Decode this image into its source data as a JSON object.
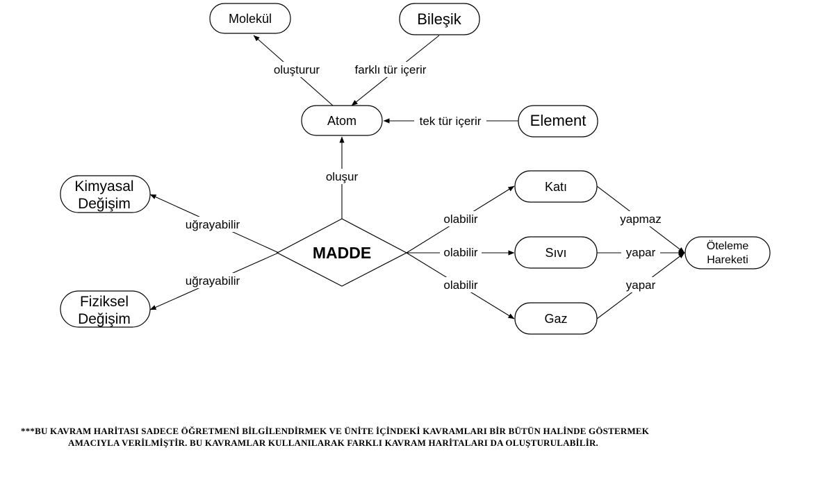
{
  "nodes": {
    "molekul": "Molekül",
    "bilesik": "Bileşik",
    "atom": "Atom",
    "element": "Element",
    "kimyasal_line1": "Kimyasal",
    "kimyasal_line2": "Değişim",
    "fiziksel_line1": "Fiziksel",
    "fiziksel_line2": "Değişim",
    "madde": "MADDE",
    "kati": "Katı",
    "sivi": "Sıvı",
    "gaz": "Gaz",
    "oteleme_line1": "Öteleme",
    "oteleme_line2": "Hareketi"
  },
  "edges": {
    "olusturur": "oluşturur",
    "farkli_tur_icerir": "farklı tür içerir",
    "tek_tur_icerir": "tek tür içerir",
    "olusur": "oluşur",
    "ugrayabilir_kimyasal": "uğrayabilir",
    "ugrayabilir_fiziksel": "uğrayabilir",
    "olabilir_kati": "olabilir",
    "olabilir_sivi": "olabilir",
    "olabilir_gaz": "olabilir",
    "yapmaz": "yapmaz",
    "yapar_sivi": "yapar",
    "yapar_gaz": "yapar"
  },
  "footnote": {
    "line1": "***BU KAVRAM HARİTASI SADECE ÖĞRETMENİ BİLGİLENDİRMEK VE ÜNİTE İÇİNDEKİ KAVRAMLARI BİR BÜTÜN HALİNDE GÖSTERMEK",
    "line2": "AMACIYLA VERİLMİŞTİR. BU KAVRAMLAR KULLANILARAK FARKLI KAVRAM HARİTALARI DA OLUŞTURULABİLİR."
  }
}
